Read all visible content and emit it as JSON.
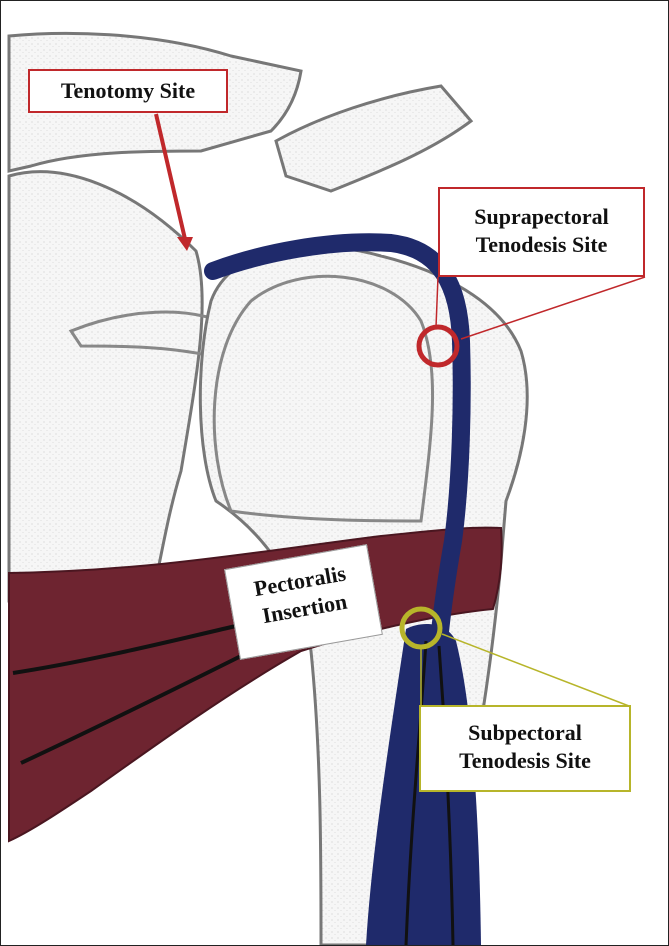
{
  "labels": {
    "tenotomy": "Tenotomy Site",
    "suprapectoral": [
      "Suprapectoral",
      "Tenodesis Site"
    ],
    "pectoralis": [
      "Pectoralis",
      "Insertion"
    ],
    "subpectoral": [
      "Subpectoral",
      "Tenodesis Site"
    ]
  },
  "colors": {
    "tendon": "#1f2a6b",
    "pectoralis": "#6e2430",
    "suprapectoral_marker": "#c0282b",
    "subpectoral_marker": "#b7b52a",
    "bone_outline": "#777777"
  }
}
